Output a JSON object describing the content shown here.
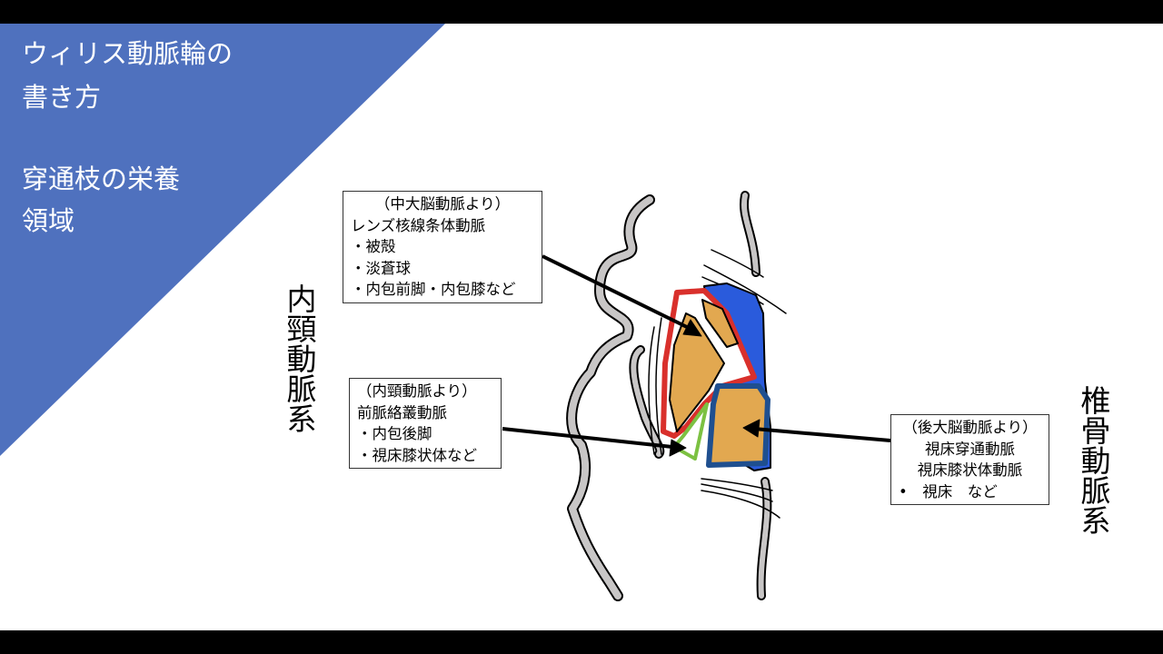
{
  "title": {
    "line1": "ウィリス動脈輪の",
    "line2": "書き方",
    "line3": "穿通枝の栄養",
    "line4": "領域"
  },
  "labels": {
    "left_system": "内頸動脈系",
    "right_system": "椎骨動脈系"
  },
  "box_mca": {
    "lines": [
      "（中大脳動脈より）",
      "レンズ核線条体動脈",
      "・被殻",
      "・淡蒼球",
      "・内包前脚・内包膝など"
    ]
  },
  "box_ica": {
    "lines": [
      "（内頸動脈より）",
      " 前脈絡叢動脈",
      "・内包後脚",
      "・視床膝状体など"
    ]
  },
  "box_pca": {
    "lines": [
      "（後大脳動脈より）",
      "視床穿通動脈",
      "視床膝状体動脈",
      "•　視床　など"
    ]
  },
  "colors": {
    "title_bg": "#4f71be",
    "red": "#d9302c",
    "blue": "#2a5bdc",
    "dark_blue": "#1f4f8f",
    "green": "#7cc142",
    "orange": "#e2a850",
    "gray": "#c8c6c6"
  }
}
